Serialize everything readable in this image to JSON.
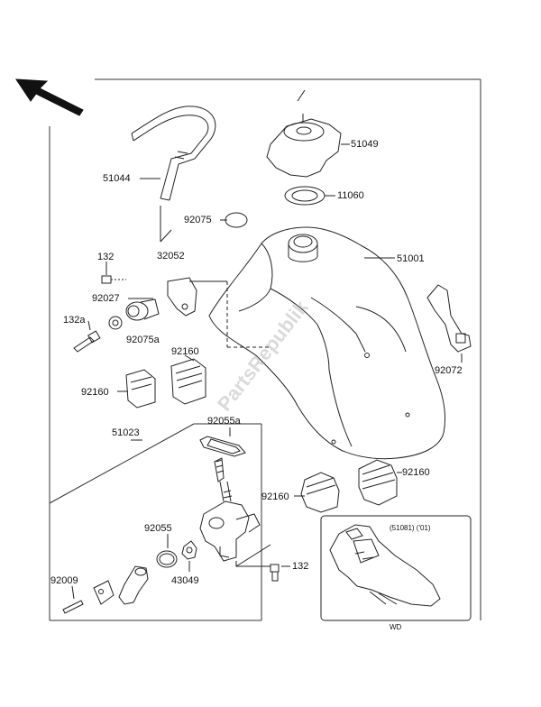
{
  "diagram": {
    "part_labels": {
      "p51044": "51044",
      "p51049": "51049",
      "p11060": "11060",
      "p92075": "92075",
      "p32052": "32052",
      "p51001": "51001",
      "p132_top": "132",
      "p92027": "92027",
      "p132a": "132a",
      "p92075a": "92075a",
      "p92160_a": "92160",
      "p92160_b": "92160",
      "p92072": "92072",
      "p51023": "51023",
      "p92055a": "92055a",
      "p92160_c": "92160",
      "p92160_d": "92160",
      "p92055": "92055",
      "p43049": "43049",
      "p92009": "92009",
      "p132_bottom": "132"
    },
    "inset": {
      "label": "(51081) ('01)",
      "code": "WD"
    },
    "watermark": "PartsRepublik"
  }
}
